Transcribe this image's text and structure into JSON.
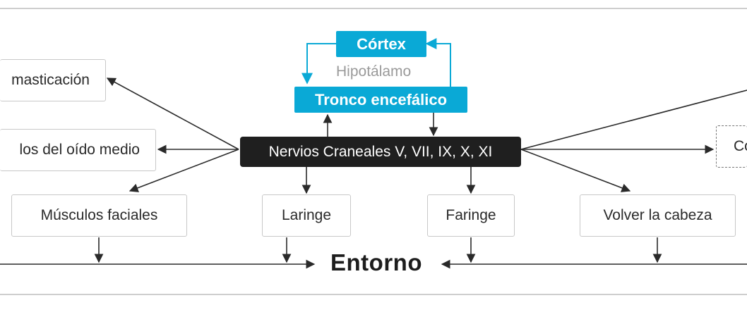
{
  "diagram": {
    "cortex": "Córtex",
    "hypothalamus": "Hipotálamo",
    "brainstem": "Tronco encefálico",
    "cranial_nerves": "Nervios Craneales V, VII, IX, X, XI",
    "mastication": "masticación",
    "middle_ear": "los del oído medio",
    "facial_muscles": "Músculos faciales",
    "larynx": "Laringe",
    "pharynx": "Faringe",
    "turn_head": "Volver la cabeza",
    "partial_dashed": "Co",
    "environment": "Entorno"
  },
  "colors": {
    "accent": "#0aa9d6",
    "dark": "#1f1f1f",
    "border": "#c8c8c8",
    "line": "#2a2a2a"
  }
}
